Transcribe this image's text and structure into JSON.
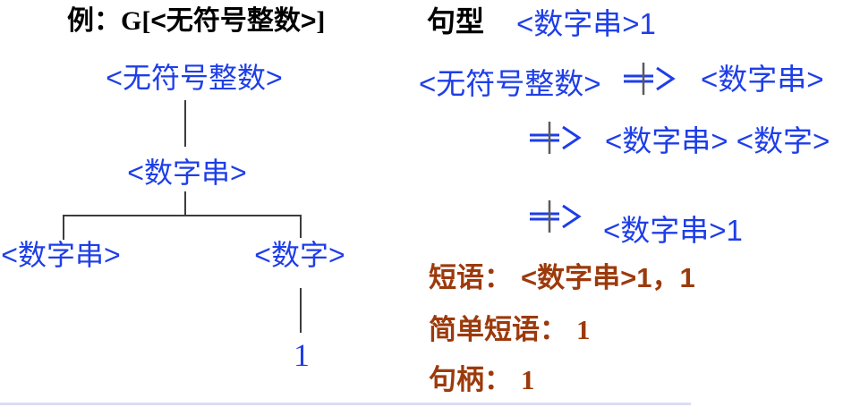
{
  "colors": {
    "nonterminal_blue": "#1e3ee8",
    "phrase_brown": "#9c3a0c",
    "title_black": "#000000",
    "tree_line": "#3c3c3c",
    "arrow_bar_gray": "#5a5a5a",
    "bottom_rule": "#dcdcf5"
  },
  "symbols": {
    "derives": "=>"
  },
  "left_panel": {
    "title": {
      "prefix": "例：",
      "grammar_open": "G[",
      "nonterminal": "<无符号整数>",
      "grammar_close": "]"
    },
    "tree": {
      "root": "<无符号整数>",
      "child": "<数字串>",
      "grandchild_left": "<数字串>",
      "grandchild_right": "<数字>",
      "leaf": "1"
    }
  },
  "right_panel": {
    "sentential_form": {
      "label": "句型",
      "value": "<数字串>1"
    },
    "derivation": {
      "start": "<无符号整数>",
      "step1": "<数字串>",
      "step2": "<数字串> <数字>",
      "step3": "<数字串>1"
    },
    "phrase": {
      "label": "短语：",
      "value": "<数字串>1，1"
    },
    "simple_phrase": {
      "label": "简单短语：",
      "value": "1"
    },
    "handle": {
      "label": "句柄：",
      "value": "1"
    }
  }
}
